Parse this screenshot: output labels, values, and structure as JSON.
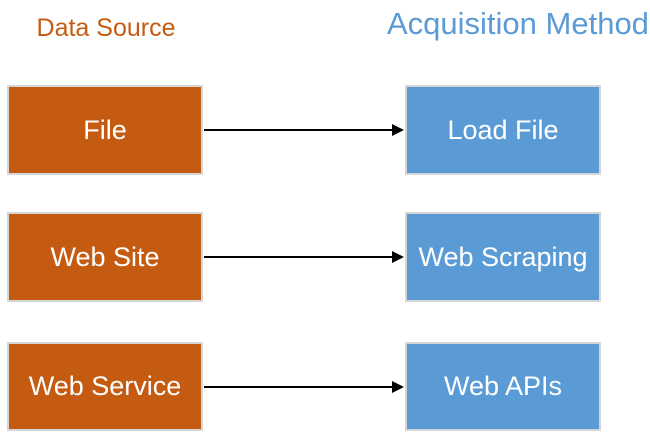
{
  "headers": {
    "left": "Data Source",
    "right": "Acquisition Method"
  },
  "rows": [
    {
      "source": "File",
      "method": "Load File"
    },
    {
      "source": "Web Site",
      "method": "Web Scraping"
    },
    {
      "source": "Web Service",
      "method": "Web APIs"
    }
  ],
  "colors": {
    "orange": "#C55A11",
    "blue": "#5B9BD5",
    "box_border": "#D6D6D6",
    "arrow": "#000000",
    "label_text": "#FFFFFF",
    "background": "#FFFFFF"
  }
}
